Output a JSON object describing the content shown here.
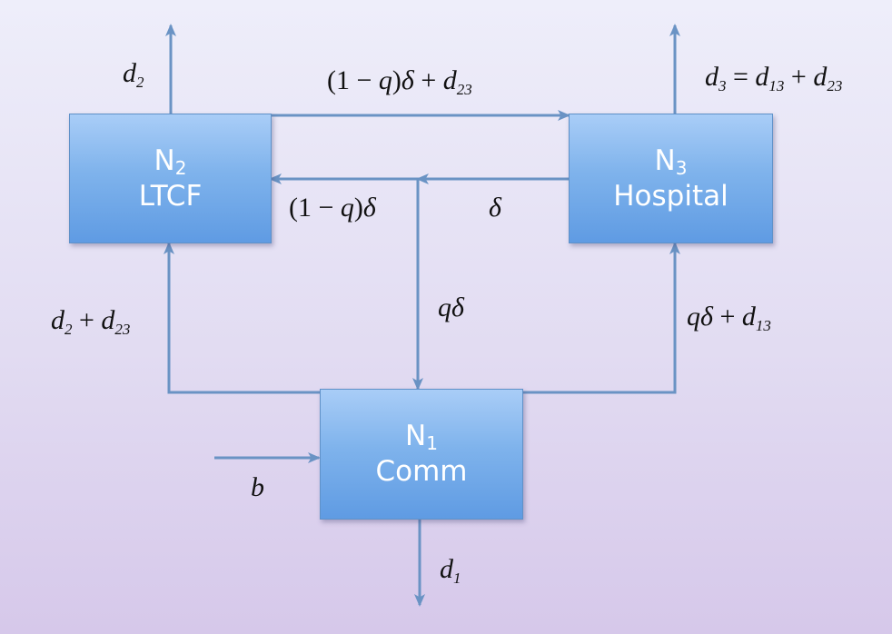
{
  "nodes": {
    "n2": {
      "sym": "N",
      "sub": "2",
      "name": "LTCF"
    },
    "n3": {
      "sym": "N",
      "sub": "3",
      "name": "Hospital"
    },
    "n1": {
      "sym": "N",
      "sub": "1",
      "name": "Comm"
    }
  },
  "labels": {
    "d2_top": {
      "v": "d",
      "s": "2"
    },
    "flow_2_3": {
      "open": "(1",
      "minus": " − ",
      "q": "q",
      "close": ")",
      "delta": "δ",
      "plus": " + ",
      "d": "d",
      "s": "23"
    },
    "d3": {
      "v": "d",
      "s": "3",
      "eq": " = ",
      "a": "d",
      "as": "13",
      "plus": " + ",
      "b": "d",
      "bs": "23"
    },
    "flow_back_2": {
      "open": "(1",
      "minus": " − ",
      "q": "q",
      "close": ")",
      "delta": "δ"
    },
    "delta": "δ",
    "q_delta": {
      "q": "q",
      "delta": "δ"
    },
    "d2_d23": {
      "a": "d",
      "as": "2",
      "plus": " + ",
      "b": "d",
      "bs": "23"
    },
    "q_delta_d13": {
      "q": "q",
      "delta": "δ",
      "plus": " + ",
      "d": "d",
      "s": "13"
    },
    "b": "b",
    "d1": {
      "v": "d",
      "s": "1"
    }
  },
  "colors": {
    "arrow": "#6a93c4",
    "node_border": "#5f91c8",
    "node_fill": "#7fb3ec",
    "text": "#111111"
  }
}
